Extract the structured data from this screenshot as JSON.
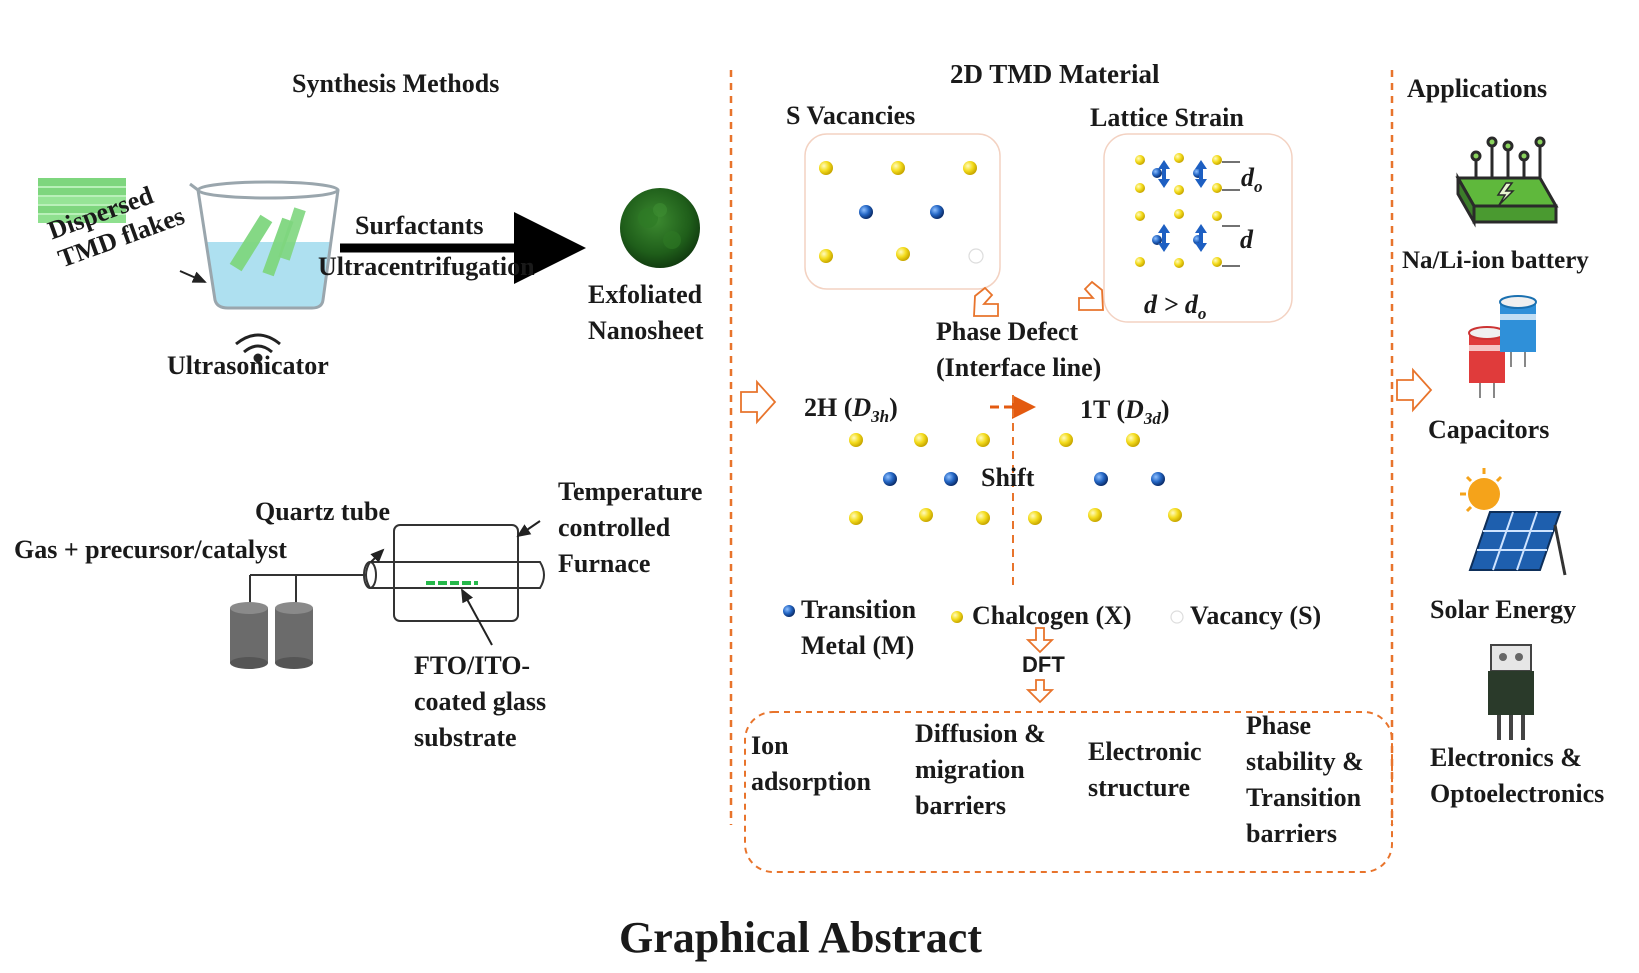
{
  "synthesis": {
    "title": "Synthesis Methods",
    "dispersed_label": "Dispersed\nTMD flakes",
    "surfactants": "Surfactants",
    "ultracentrifugation": "Ultracentrifugation",
    "ultrasonicator": "Ultrasonicator",
    "exfoliated": "Exfoliated\nNanosheet",
    "quartz_tube": "Quartz tube",
    "gas_precursor": "Gas + precursor/catalyst",
    "temperature": "Temperature\ncontrolled\nFurnace",
    "substrate": "FTO/ITO-\ncoated glass\nsubstrate"
  },
  "material": {
    "title": "2D TMD Material",
    "s_vacancies": "S Vacancies",
    "lattice_strain": "Lattice Strain",
    "d0_symbol": "d",
    "d0_sub": "o",
    "d_symbol": "d",
    "d_relation": "d > d",
    "d_relation_sub": "o",
    "phase_defect": "Phase Defect\n(Interface line)",
    "phase_2h": "2H (",
    "phase_2h_sym": "D",
    "phase_2h_sub": "3h",
    "phase_2h_end": ")",
    "phase_1t": "1T (",
    "phase_1t_sym": "D",
    "phase_1t_sub": "3d",
    "phase_1t_end": ")",
    "shift": "Shift",
    "legend_metal": "Transition\nMetal (M)",
    "legend_chalcogen": "Chalcogen (X)",
    "legend_vacancy": "Vacancy (S)",
    "dft": "DFT",
    "dft_outputs": [
      "Ion\nadsorption",
      "Diffusion &\nmigration\nbarriers",
      "Electronic\nstructure",
      "Phase\nstability &\nTransition\nbarriers"
    ]
  },
  "applications": {
    "title": "Applications",
    "items": [
      {
        "label": "Na/Li-ion battery",
        "icon": "battery-chip-icon"
      },
      {
        "label": "Capacitors",
        "icon": "capacitor-icon"
      },
      {
        "label": "Solar Energy",
        "icon": "solar-panel-icon"
      },
      {
        "label": "Electronics &\nOptoelectronics",
        "icon": "transistor-icon"
      }
    ]
  },
  "footer": {
    "title": "Graphical Abstract"
  },
  "colors": {
    "divider": "#e8742c",
    "metal": "#1f5fb8",
    "chalcogen": "#f2d51a",
    "flake": "#7ed67e",
    "water": "#aee0f0"
  }
}
